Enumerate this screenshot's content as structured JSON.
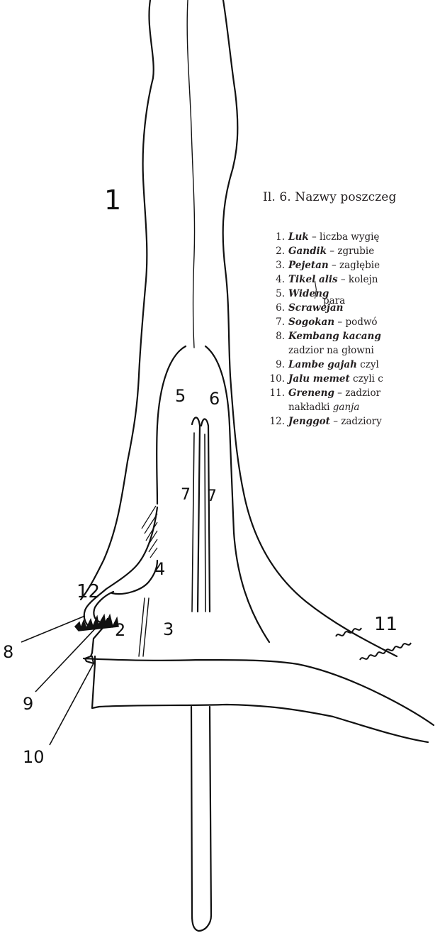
{
  "caption": "Il. 6.  Nazwy poszczeg",
  "legend": [
    {
      "num": "1.",
      "term": "Luk",
      "text": " – liczba wygię"
    },
    {
      "num": "2.",
      "term": "Gandik",
      "text": " – zgrubie"
    },
    {
      "num": "3.",
      "term": "Pejetan",
      "text": " – zagłębie"
    },
    {
      "num": "4.",
      "term": "Tikel alis",
      "text": " – kolejn"
    },
    {
      "num": "5.",
      "term": "Wideng",
      "text": ""
    },
    {
      "num": "6.",
      "term": "Scrawejan",
      "text": ""
    },
    {
      "num": "7.",
      "term": "Sogokan",
      "text": " – podwó"
    },
    {
      "num": "8.",
      "term": "Kembang kacang",
      "text": "",
      "cont": "zadzior na głowni"
    },
    {
      "num": "9.",
      "term": "Lambe gajah",
      "text": " czyl"
    },
    {
      "num": "10.",
      "term": "Jalu memet",
      "text": " czyli c"
    },
    {
      "num": "11.",
      "term": "Greneng",
      "text": " – zadzior",
      "cont_plain": "nakładki ",
      "cont_italic": "ganja"
    },
    {
      "num": "12.",
      "term": "Jenggot",
      "text": " – zadziory"
    }
  ],
  "pair_text": "para",
  "labels": {
    "l1": "1",
    "l2": "2",
    "l3": "3",
    "l4": "4",
    "l5": "5",
    "l6": "6",
    "l7a": "7",
    "l7b": "7",
    "l8": "8",
    "l9": "9",
    "l10": "10",
    "l11": "11",
    "l12": "12"
  },
  "colors": {
    "ink": "#111111",
    "text": "#231f20",
    "background": "#ffffff"
  }
}
